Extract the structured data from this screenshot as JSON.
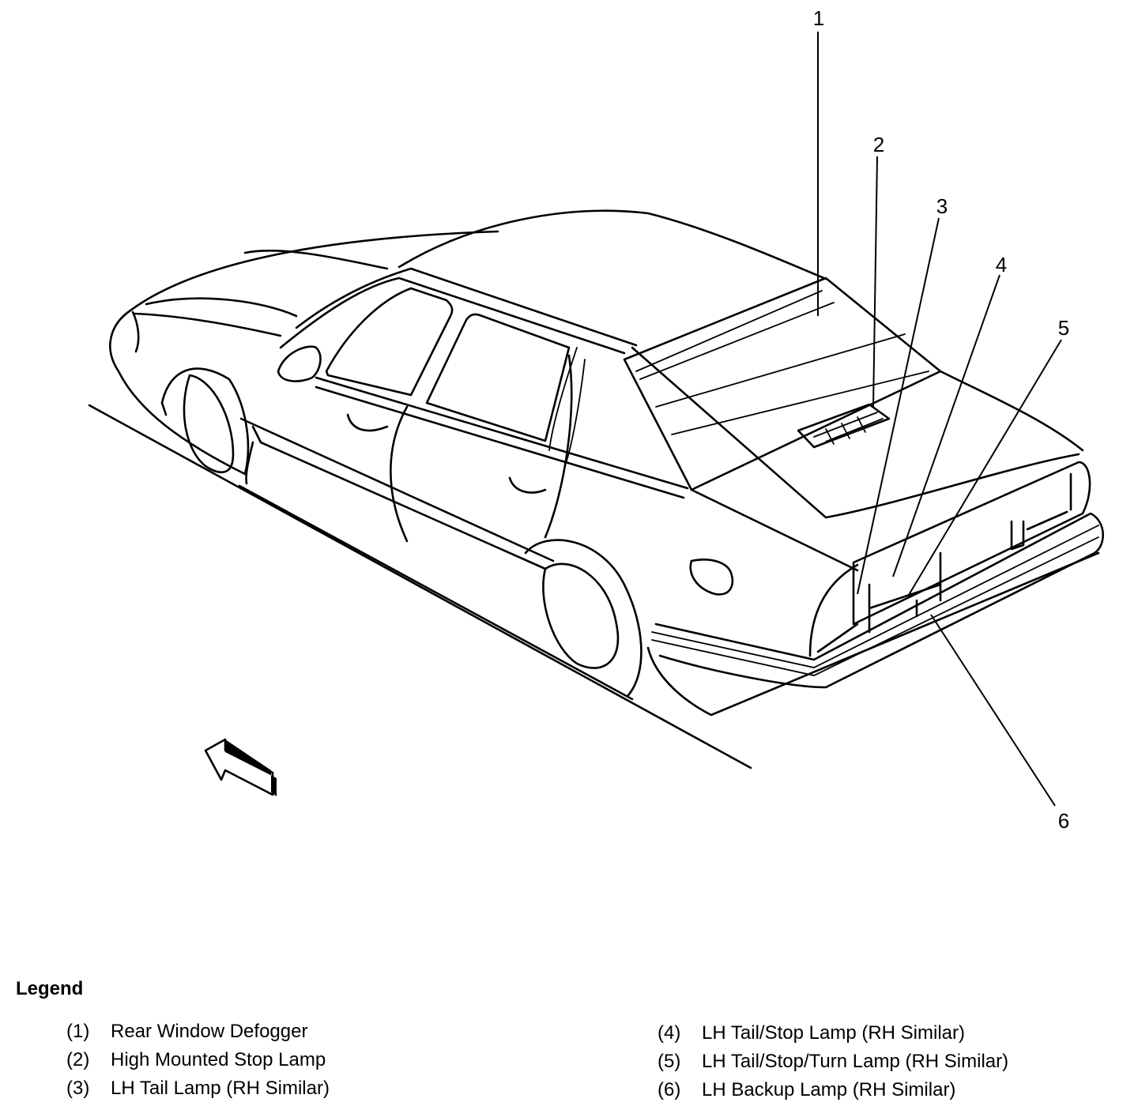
{
  "diagram": {
    "subject": "Rear exterior lamp locations",
    "callouts": [
      {
        "id": "1",
        "label": "1"
      },
      {
        "id": "2",
        "label": "2"
      },
      {
        "id": "3",
        "label": "3"
      },
      {
        "id": "4",
        "label": "4"
      },
      {
        "id": "5",
        "label": "5"
      },
      {
        "id": "6",
        "label": "6"
      }
    ],
    "direction_arrow": "front-arrow-icon"
  },
  "legend": {
    "title": "Legend",
    "items": [
      {
        "num": "(1)",
        "text": "Rear Window Defogger"
      },
      {
        "num": "(2)",
        "text": "High Mounted Stop Lamp"
      },
      {
        "num": "(3)",
        "text": "LH Tail Lamp (RH Similar)"
      },
      {
        "num": "(4)",
        "text": "LH Tail/Stop Lamp (RH Similar)"
      },
      {
        "num": "(5)",
        "text": "LH Tail/Stop/Turn Lamp (RH Similar)"
      },
      {
        "num": "(6)",
        "text": "LH Backup Lamp (RH Similar)"
      }
    ]
  }
}
